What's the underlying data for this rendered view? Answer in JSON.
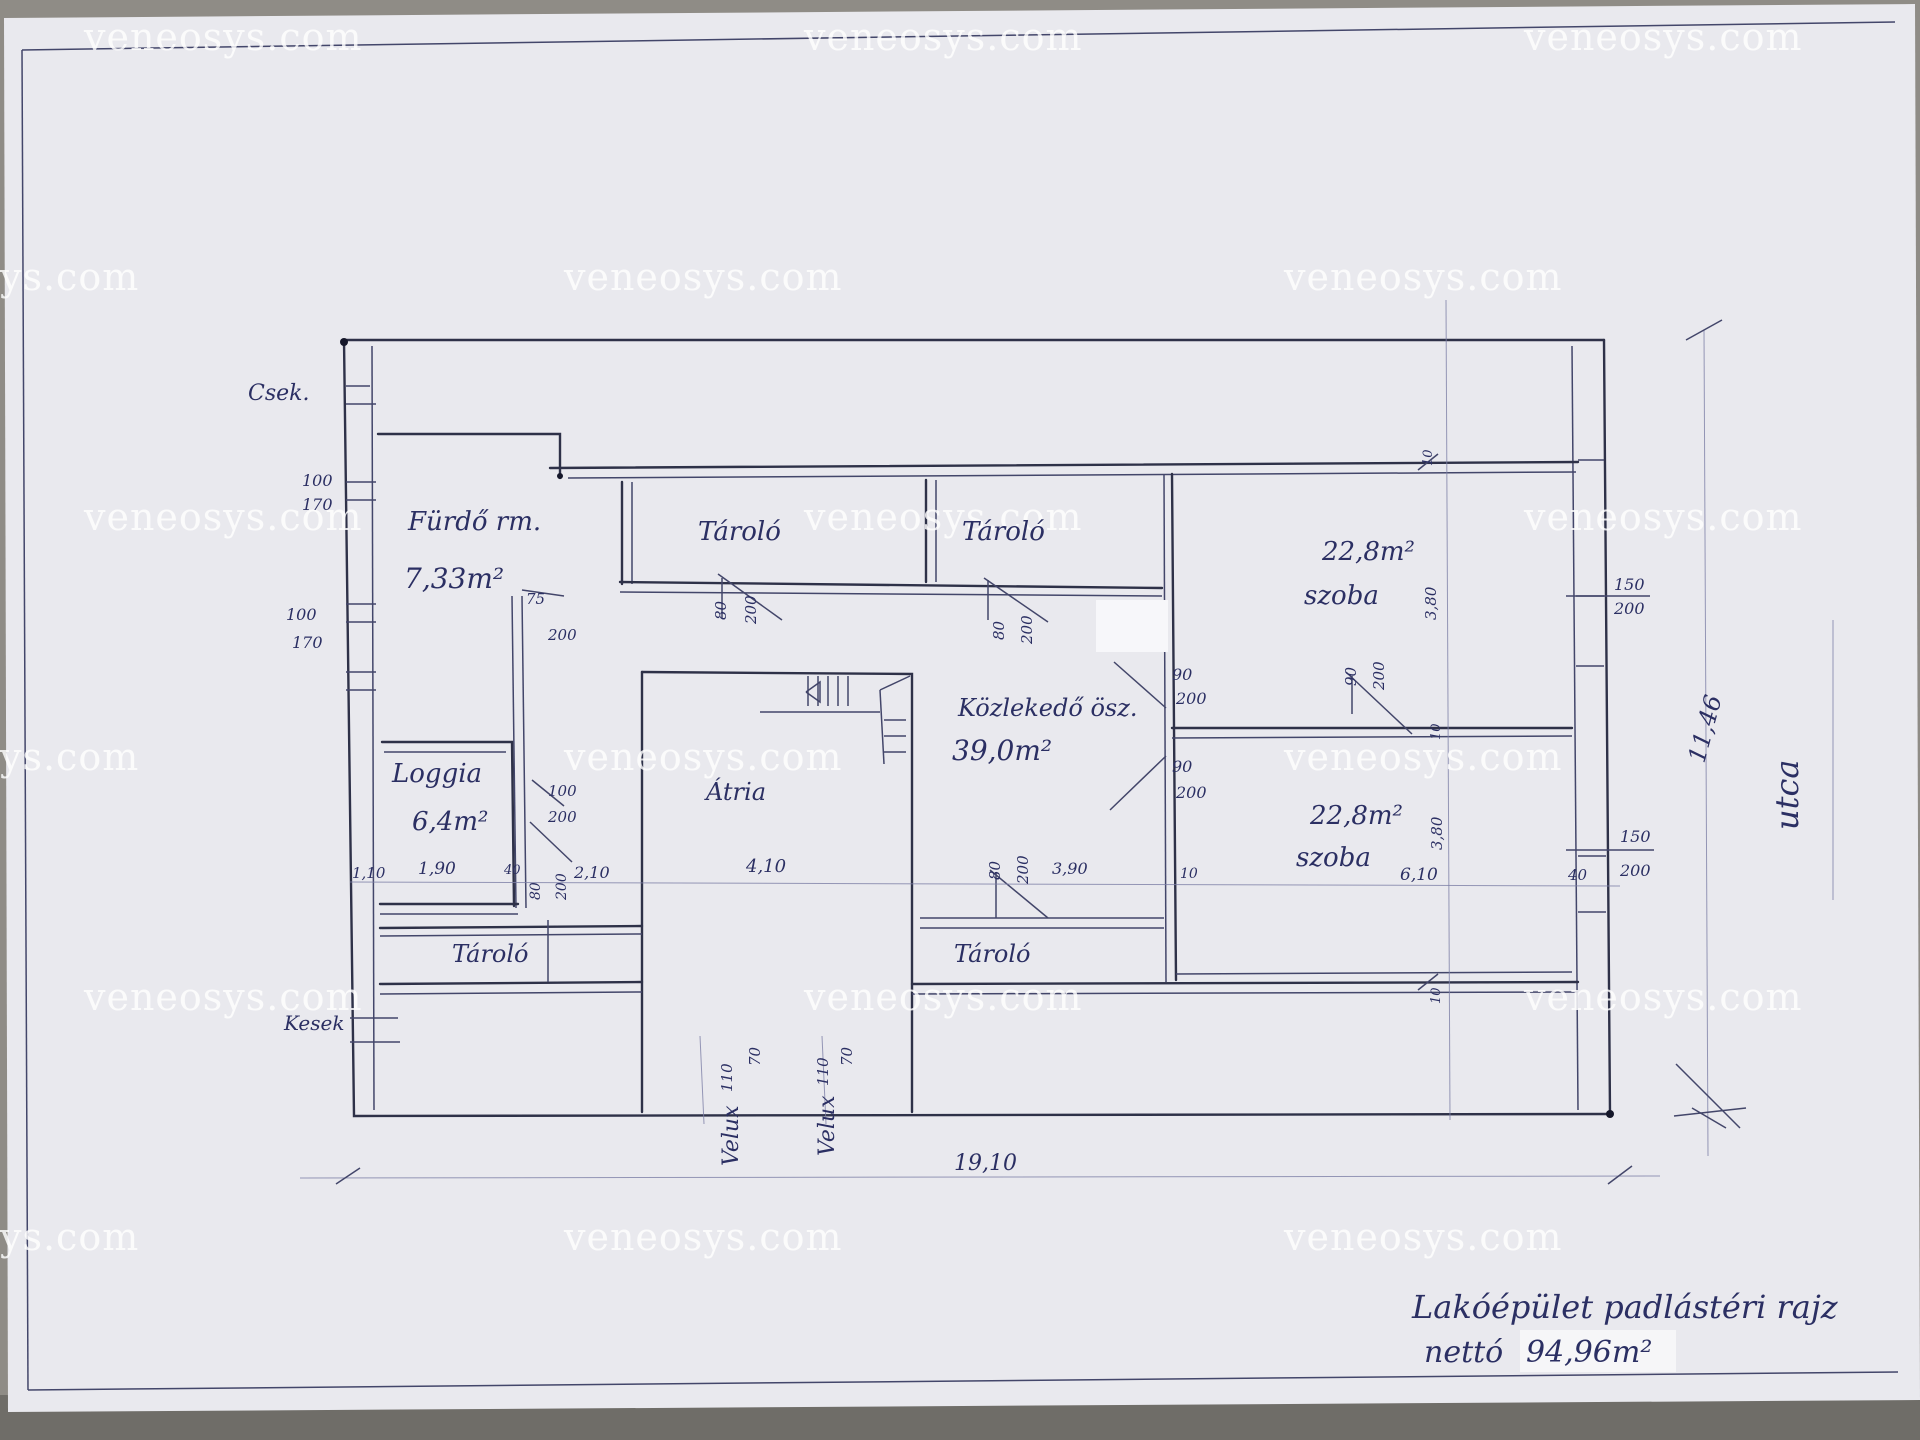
{
  "watermark": "veneosys.com",
  "watermark_clip": "ys.com",
  "rooms": {
    "furdo_label": "Fürdő rm.",
    "furdo_area": "7,33m²",
    "tarolo_1": "Tároló",
    "tarolo_2": "Tároló",
    "tarolo_3": "Tároló",
    "tarolo_4": "Tároló",
    "szoba_top_area": "22,8m²",
    "szoba_top_label": "szoba",
    "szoba_bottom_area": "22,8m²",
    "szoba_bottom_label": "szoba",
    "kozlekedo_label": "Közlekedő ösz.",
    "kozlekedo_area": "39,0m²",
    "loggia_label": "Loggia",
    "loggia_area": "6,4m²",
    "atrium": "Átria"
  },
  "side_labels": {
    "csek_top": "Csek.",
    "csek_bottom": "Kesek",
    "utca": "utca",
    "velux_1": "Velux",
    "velux_2": "Velux"
  },
  "dimensions": {
    "total_width": "19,10",
    "total_depth": "11,46",
    "w_100_top": "100",
    "w_170_top": "170",
    "w_100_mid": "100",
    "w_170_mid": "170",
    "d_1_10_a": "1,10",
    "d_1_90": "1,90",
    "d_2_10": "2,10",
    "d_4_10": "4,10",
    "d_3_90": "3,90",
    "d_6_10": "6,10",
    "d_3_80_top": "3,80",
    "d_3_80_bot": "3,80",
    "d_40_a": "40",
    "d_40_b": "40",
    "d_90_a": "90",
    "d_200_a": "200",
    "d_90_b": "90",
    "d_200_b": "200",
    "d_150_a": "150",
    "d_200_c": "200",
    "d_150_b": "150",
    "d_200_d": "200",
    "d_90_c": "90",
    "d_200_e": "200",
    "d_100_e": "100",
    "d_200_f": "200",
    "d_75": "75",
    "d_200_g": "200",
    "door_80_1": "80",
    "door_200_1": "200",
    "door_80_2": "80",
    "door_200_2": "200",
    "door_80_3": "80",
    "door_200_3": "200",
    "door_80_4": "80",
    "door_200_4": "200",
    "velux_dim_1": "110",
    "velux_dim_2": "110",
    "velux_h_1": "70",
    "velux_h_2": "70",
    "w_10_a": "10",
    "w_10_b": "10",
    "w_10_c": "10",
    "w_10_d": "10"
  },
  "caption": {
    "line1": "Lakóépület padlástéri rajz",
    "line2_label": "nettó",
    "line2_value": "94,96m²"
  }
}
